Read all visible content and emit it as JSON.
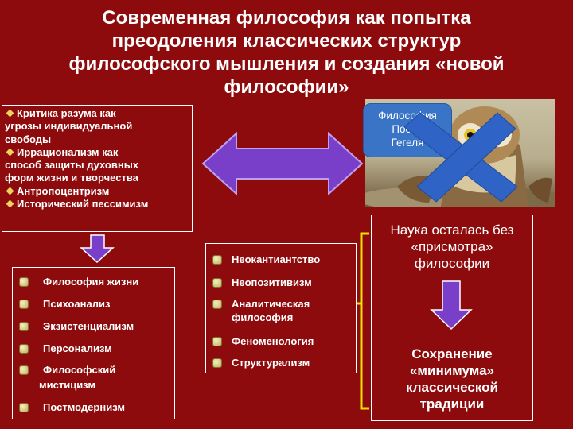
{
  "title": {
    "lines": [
      "Современная философия как попытка",
      "преодоления классических структур",
      "философского мышления и создания «новой",
      "философии»"
    ]
  },
  "critique": {
    "items": [
      {
        "text": "Критика разума как",
        "bullet": true
      },
      {
        "text": "угрозы индивидуальной",
        "bullet": false
      },
      {
        "text": "свободы",
        "bullet": false
      },
      {
        "text": "Иррационализм как",
        "bullet": true
      },
      {
        "text": "способ защиты духовных",
        "bullet": false
      },
      {
        "text": "форм жизни и творчества",
        "bullet": false
      },
      {
        "text": "Антропоцентризм",
        "bullet": true
      },
      {
        "text": "Исторический пессимизм",
        "bullet": true
      }
    ]
  },
  "hegel_label": {
    "line1": "Философия",
    "line2": "После",
    "line3": "Гегеля"
  },
  "left_list": {
    "items": [
      "Философия жизни",
      "Психоанализ",
      "Экзистенциализм",
      "Персонализм",
      "Философский",
      "мистицизм",
      "Постмодернизм"
    ]
  },
  "mid_list": {
    "items": [
      "Неокантиантство",
      "Неопозитивизм",
      "Аналитическая",
      "философия",
      "Феноменология",
      "Структурализм"
    ]
  },
  "science": {
    "line1": "Наука осталась без",
    "line2": "«присмотра»",
    "line3": "философии"
  },
  "minimum": {
    "line1": "Сохранение",
    "line2": "«минимума»",
    "line3": "классической",
    "line4": "традиции"
  },
  "colors": {
    "background": "#8d0b0c",
    "arrow_fill": "#7a3fc8",
    "bubble": "#3a74c6",
    "cross": "#2f63c6",
    "bracket": "#f2e100"
  },
  "icons": {
    "bullet_diamond": "diamond-bullet-icon",
    "bullet_square": "square-bullet-icon",
    "owl": "owl-photo"
  }
}
